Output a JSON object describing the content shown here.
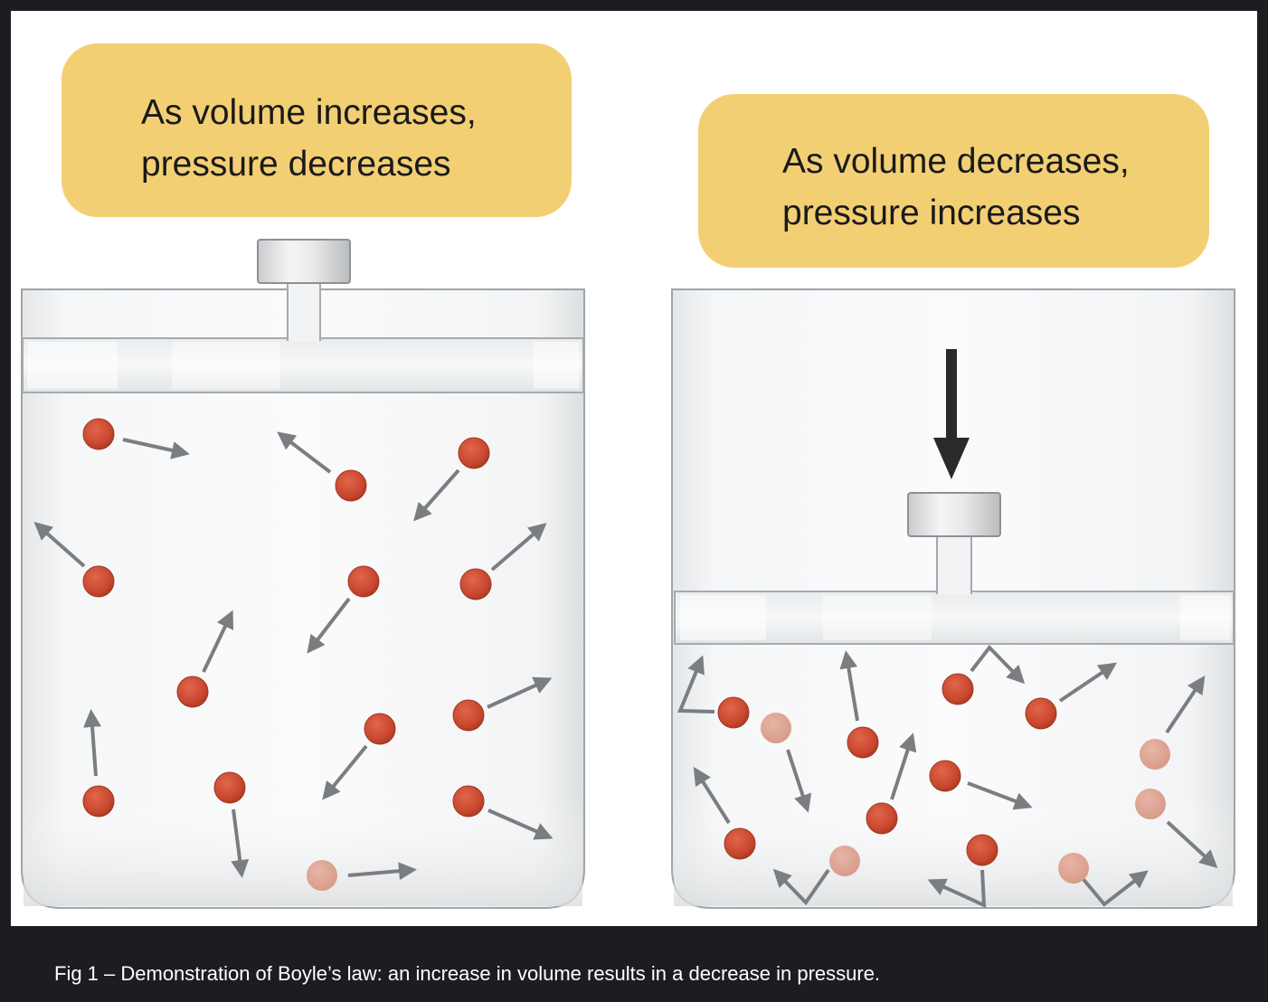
{
  "left_panel": {
    "label_line1": "As volume increases,",
    "label_line2": "pressure decreases"
  },
  "right_panel": {
    "label_line1": "As volume decreases,",
    "label_line2": "pressure increases"
  },
  "caption": "Fig 1 – Demonstration of Boyle’s law: an increase in volume results in a decrease in pressure.",
  "colors": {
    "label_background": "#f3cf74",
    "particle": "#c9472f",
    "frame": "#1c1d21",
    "force_arrow": "#2a2a2a"
  },
  "icons": [
    "molecule-particle",
    "velocity-arrow",
    "downward-force-arrow",
    "piston"
  ]
}
